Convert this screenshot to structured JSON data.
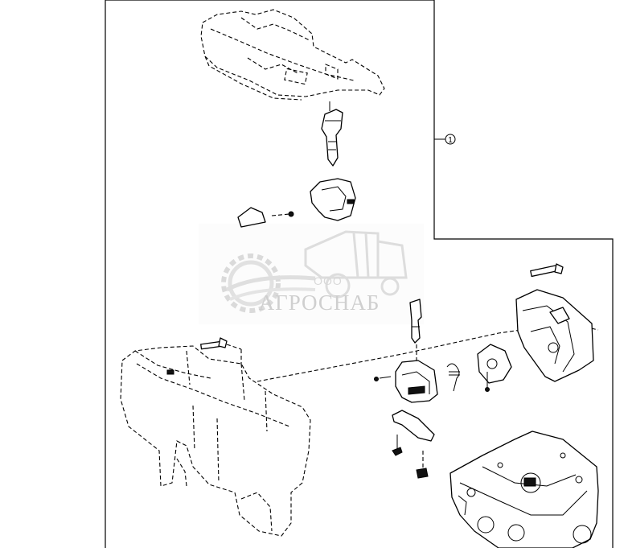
{
  "diagram": {
    "callout_number": "1",
    "watermark": {
      "subtitle": "ООО",
      "brand": "АГРОСНАБ"
    }
  }
}
